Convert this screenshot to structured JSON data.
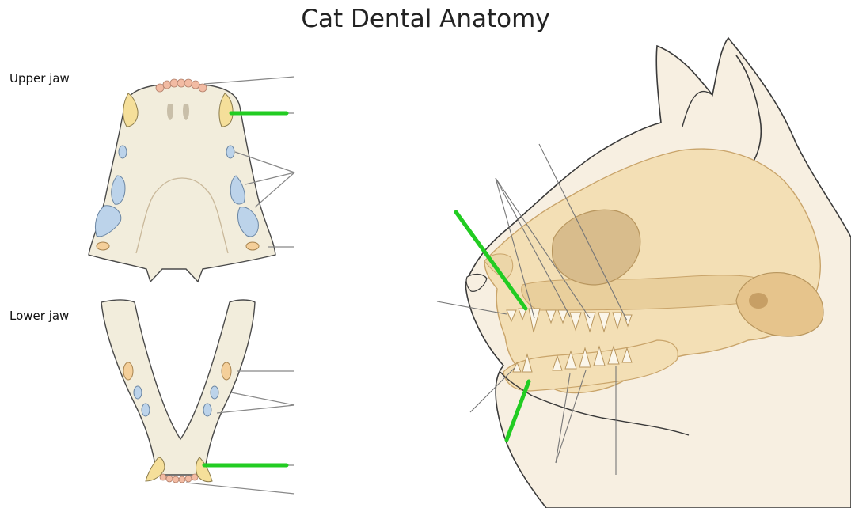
{
  "title": "Cat Dental Anatomy",
  "upper_jaw": {
    "label": "Upper jaw"
  },
  "lower_jaw": {
    "label": "Lower jaw"
  },
  "colors": {
    "bone": "#f2eddc",
    "bone_outline": "#4a4a4a",
    "canine": "#f5df9a",
    "premolar": "#bcd3ea",
    "molar": "#f4cf9a",
    "incisor": "#f2bba3",
    "skull": "#f3dfb5",
    "skull_shadow": "#dfc394",
    "fur": "#f7efe1",
    "leader_line": "#888888",
    "highlight": "#22cc22"
  }
}
